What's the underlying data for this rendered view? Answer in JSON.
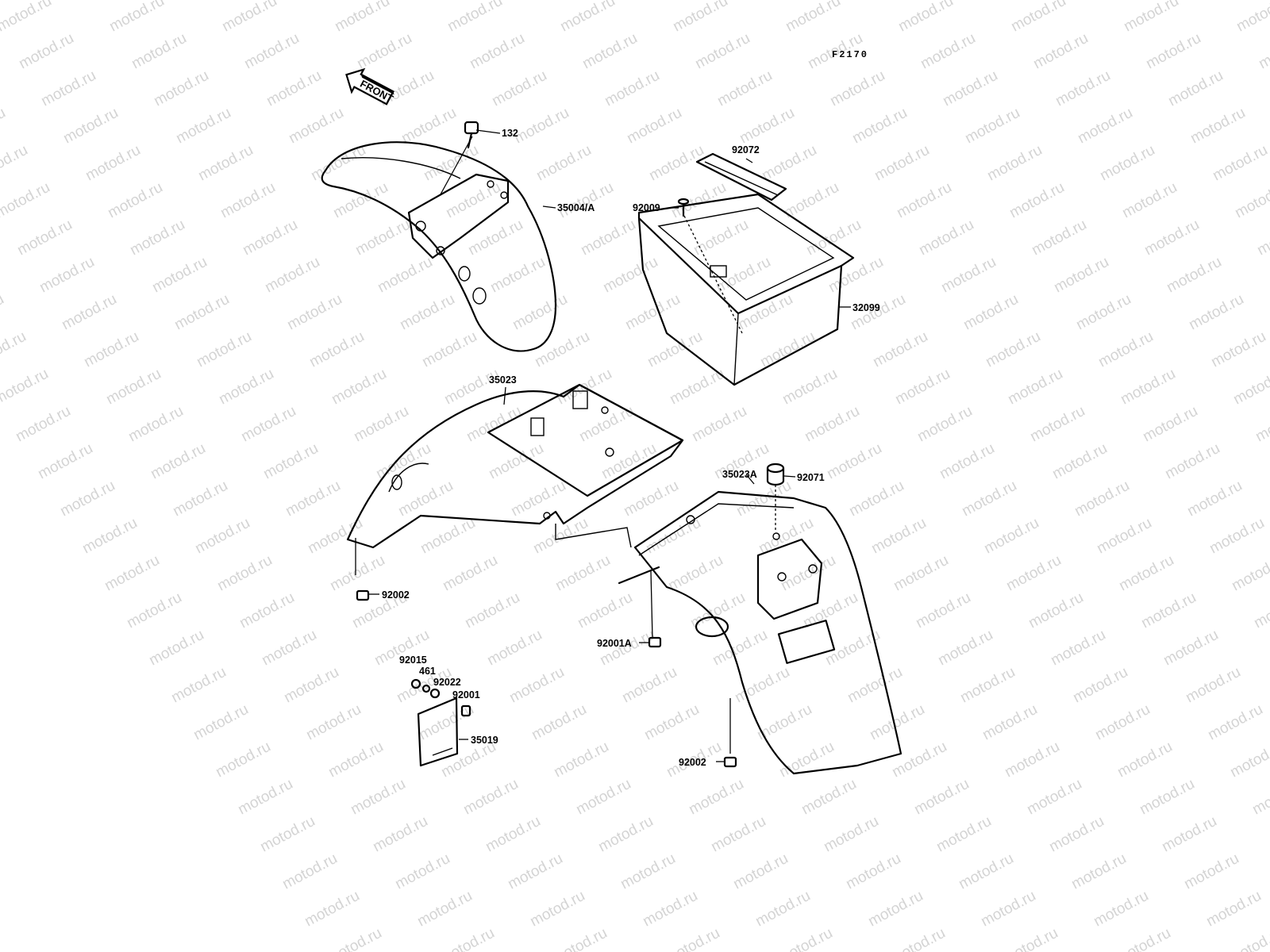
{
  "diagram_code": "F2170",
  "direction_marker": "FRONT",
  "watermark": "motod.ru",
  "parts": [
    {
      "id": "132"
    },
    {
      "id": "35004/A"
    },
    {
      "id": "92072"
    },
    {
      "id": "92009"
    },
    {
      "id": "32099"
    },
    {
      "id": "35023"
    },
    {
      "id": "35023A"
    },
    {
      "id": "92071"
    },
    {
      "id": "92002"
    },
    {
      "id": "92001A"
    },
    {
      "id": "92015"
    },
    {
      "id": "461"
    },
    {
      "id": "92022"
    },
    {
      "id": "92001"
    },
    {
      "id": "35019"
    },
    {
      "id": "92002"
    }
  ]
}
